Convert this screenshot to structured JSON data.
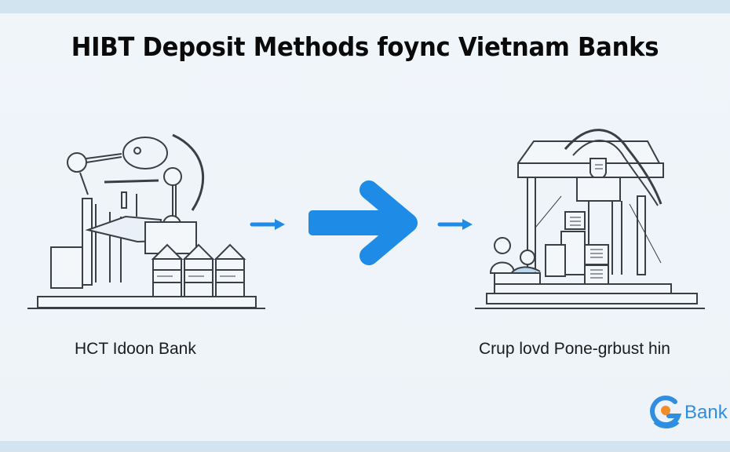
{
  "title": "HIBT Deposit Methods foync Vietnam Banks",
  "left_panel": {
    "label": "HCT Idoon Bank",
    "icon": "bank-machine-illustration"
  },
  "right_panel": {
    "label": "Crup lovd Pone-grbust hin",
    "icon": "bank-building-illustration"
  },
  "arrows": {
    "small_left": "arrow-right-icon",
    "large_center": "arrow-right-icon",
    "small_right": "arrow-right-icon"
  },
  "colors": {
    "accent": "#1e8ce6",
    "background": "#eef4f9",
    "band": "#d3e4f1",
    "line": "#3a3f45",
    "logo_orange": "#f28c28"
  },
  "logo": {
    "text": "Bank",
    "icon": "g-bank-logo-icon"
  }
}
